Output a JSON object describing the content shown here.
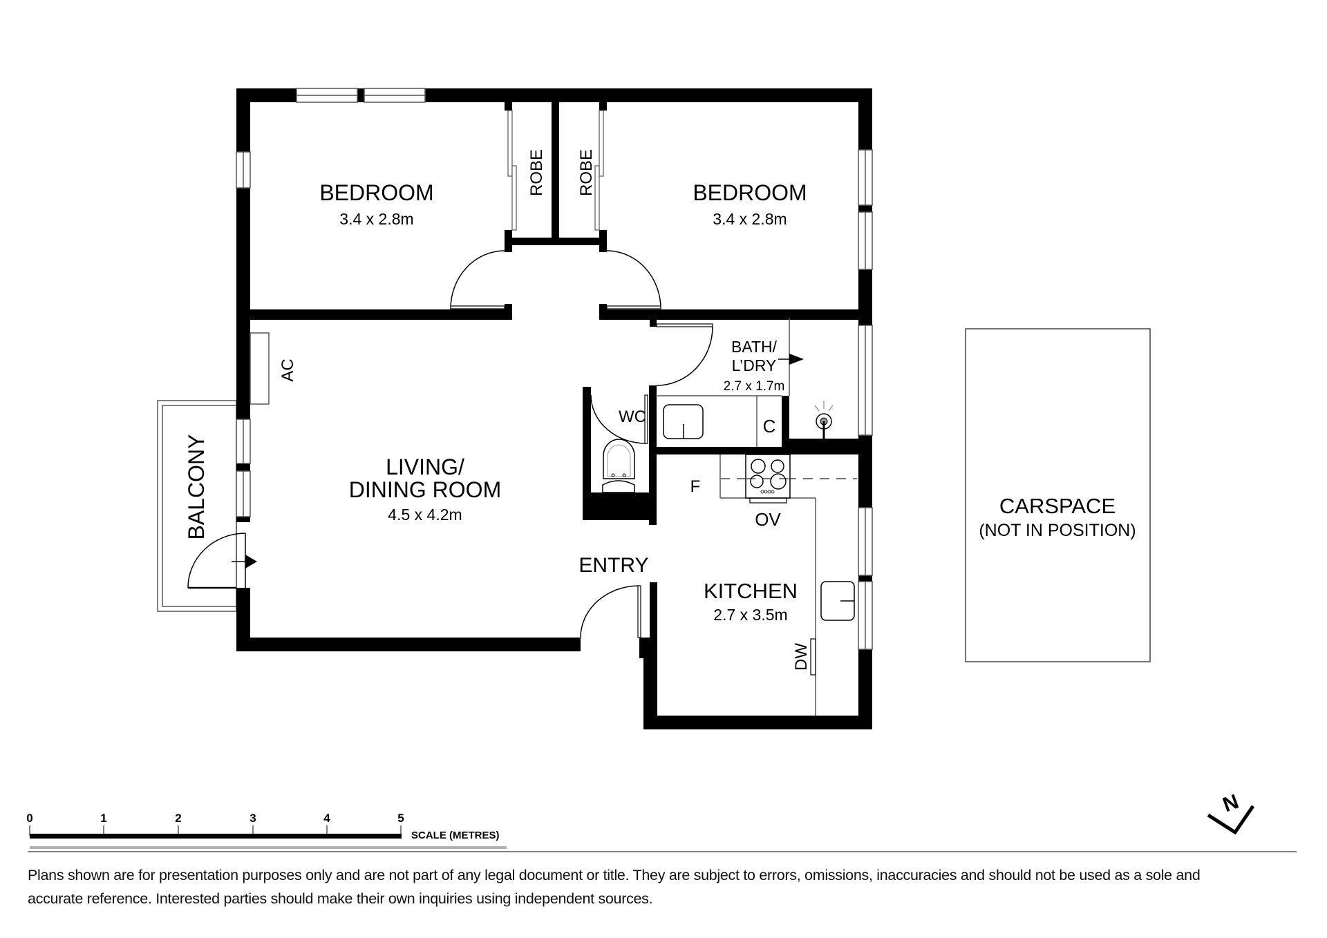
{
  "rooms": {
    "bedroom1": {
      "name": "BEDROOM",
      "size": "3.4 x 2.8m"
    },
    "bedroom2": {
      "name": "BEDROOM",
      "size": "3.4 x 2.8m"
    },
    "robe1": {
      "name": "ROBE"
    },
    "robe2": {
      "name": "ROBE"
    },
    "living": {
      "name_line1": "LIVING/",
      "name_line2": "DINING ROOM",
      "size": "4.5 x 4.2m"
    },
    "bath": {
      "name_line1": "BATH/",
      "name_line2": "L’DRY",
      "size": "2.7 x 1.7m"
    },
    "wc": {
      "name": "WC"
    },
    "kitchen": {
      "name": "KITCHEN",
      "size": "2.7 x 3.5m"
    },
    "entry": {
      "name": "ENTRY"
    },
    "balcony": {
      "name": "BALCONY"
    },
    "carspace": {
      "name": "CARSPACE",
      "note": "(NOT IN POSITION)"
    }
  },
  "fixtures": {
    "ac": "AC",
    "cupboard": "C",
    "fridge": "F",
    "oven": "OV",
    "dishwasher": "DW"
  },
  "scale_bar": {
    "ticks": [
      "0",
      "1",
      "2",
      "3",
      "4",
      "5"
    ],
    "label": "SCALE (METRES)"
  },
  "north_arrow": {
    "label": "N"
  },
  "disclaimer": {
    "line1": "Plans shown are for presentation purposes only and are not part of any legal document or title. They are subject to errors, omissions, inaccuracies and should not be used as a sole and",
    "line2": "accurate reference. Interested parties should make their own inquiries using independent sources."
  },
  "colors": {
    "walls": "#000000",
    "scale_underline": "#b4b2a9",
    "lines": "#555555"
  }
}
